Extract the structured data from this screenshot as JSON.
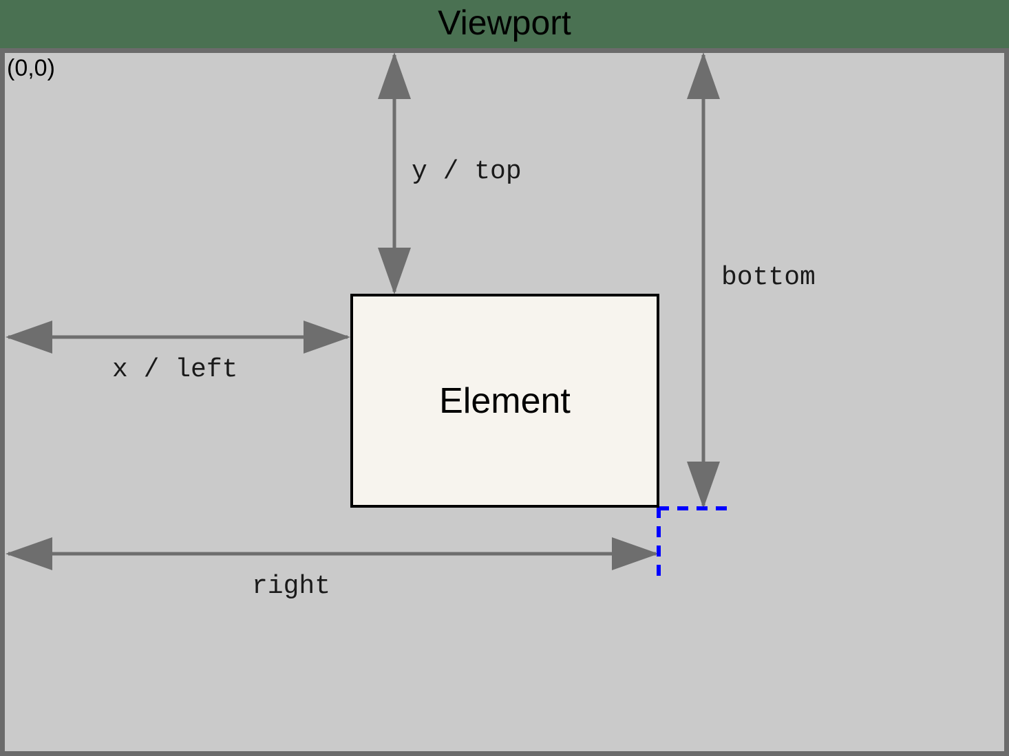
{
  "header": {
    "title": "Viewport",
    "background_color": "#4a7152",
    "text_color": "#000000"
  },
  "viewport": {
    "name": "viewport",
    "origin_label": "(0,0)",
    "background_color": "#cacaca",
    "border_color": "#6b6b6b"
  },
  "element": {
    "label": "Element",
    "fill_color": "#f7f4ee",
    "border_color": "#000000"
  },
  "measures": [
    {
      "id": "y-top",
      "label": "y / top",
      "orientation": "vertical",
      "from": "viewport-top",
      "to": "element-top"
    },
    {
      "id": "bottom",
      "label": "bottom",
      "orientation": "vertical",
      "from": "viewport-top",
      "to": "element-bottom"
    },
    {
      "id": "x-left",
      "label": "x / left",
      "orientation": "horizontal",
      "from": "viewport-left",
      "to": "element-left"
    },
    {
      "id": "right",
      "label": "right",
      "orientation": "horizontal",
      "from": "viewport-left",
      "to": "element-right"
    }
  ],
  "guides": {
    "color": "#0000ff",
    "style": "dashed",
    "description": "element bottom-right corner extension lines"
  },
  "arrows": {
    "color": "#6e6e6e"
  },
  "chart_data": {
    "type": "diagram",
    "title": "Viewport",
    "annotations": [
      "(0,0)",
      "y / top",
      "bottom",
      "x / left",
      "right",
      "Element"
    ]
  }
}
